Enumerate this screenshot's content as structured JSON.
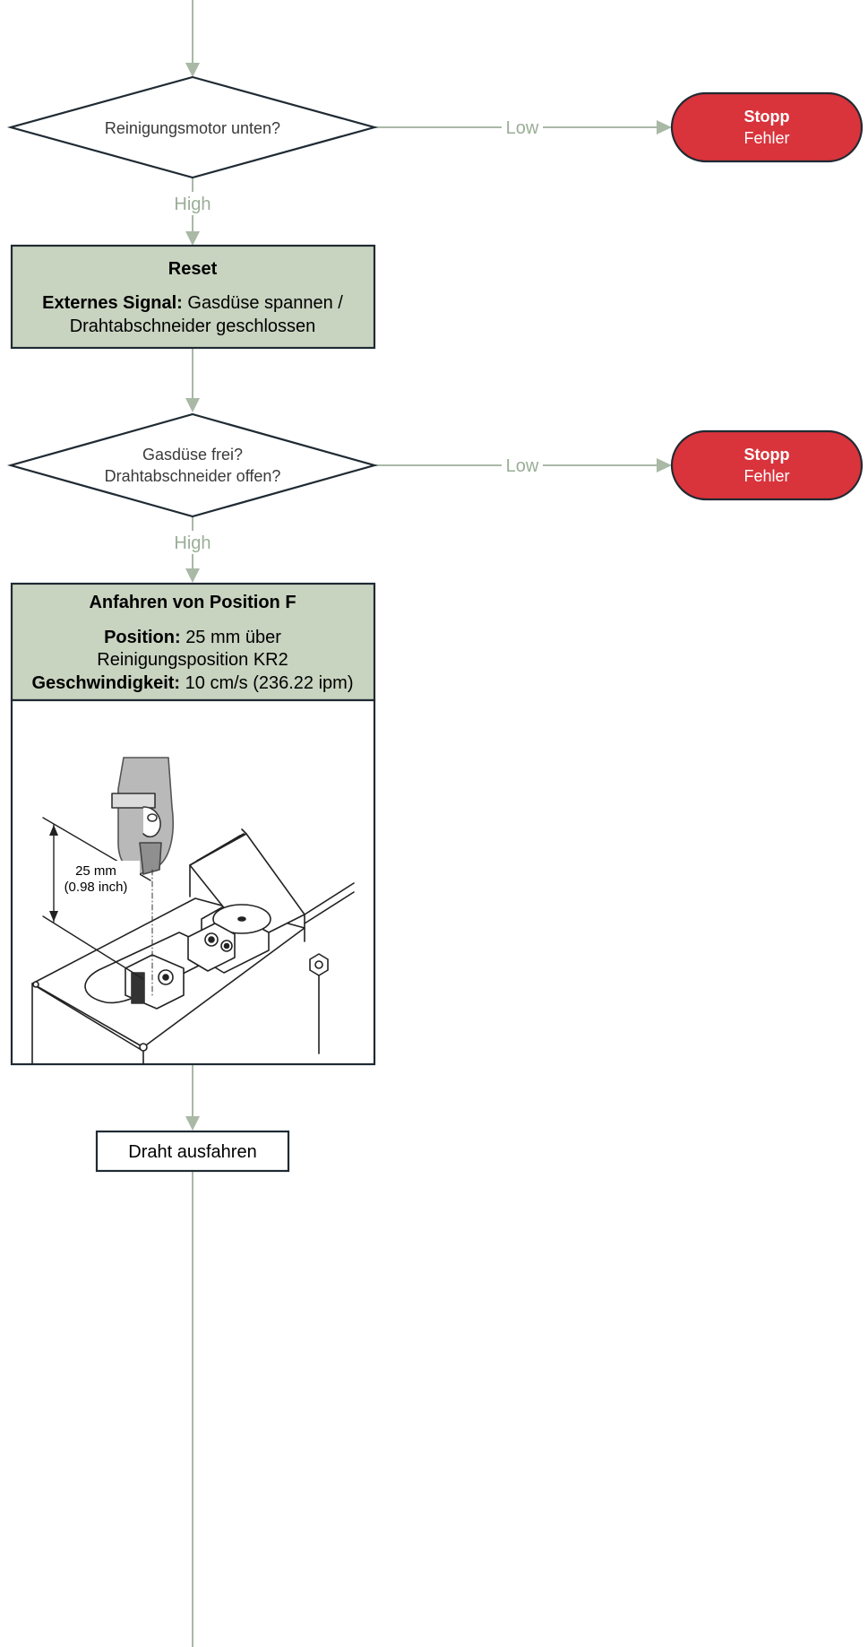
{
  "decision1": {
    "text": "Reinigungsmotor unten?",
    "low_label": "Low",
    "high_label": "High"
  },
  "stop1": {
    "title": "Stopp",
    "subtitle": "Fehler"
  },
  "reset_box": {
    "title": "Reset",
    "signal_label": "Externes Signal:",
    "signal_value": "Gasdüse spannen /",
    "signal_value_line2": "Drahtabschneider geschlossen"
  },
  "decision2": {
    "line1": "Gasdüse frei?",
    "line2": "Drahtabschneider offen?",
    "low_label": "Low",
    "high_label": "High"
  },
  "stop2": {
    "title": "Stopp",
    "subtitle": "Fehler"
  },
  "position_box": {
    "title": "Anfahren von Position F",
    "position_label": "Position:",
    "position_value": "25 mm über",
    "position_value_line2": "Reinigungsposition KR2",
    "speed_label": "Geschwindigkeit:",
    "speed_value": "10 cm/s (236.22 ipm)"
  },
  "illustration": {
    "dim_mm": "25 mm",
    "dim_inch": "(0.98 inch)"
  },
  "wire_box": {
    "text": "Draht ausfahren"
  },
  "colors": {
    "connector": "#a9b9a6",
    "box_fill": "#c8d3c0",
    "stop_fill": "#d9333b",
    "outline": "#1f2a33"
  }
}
